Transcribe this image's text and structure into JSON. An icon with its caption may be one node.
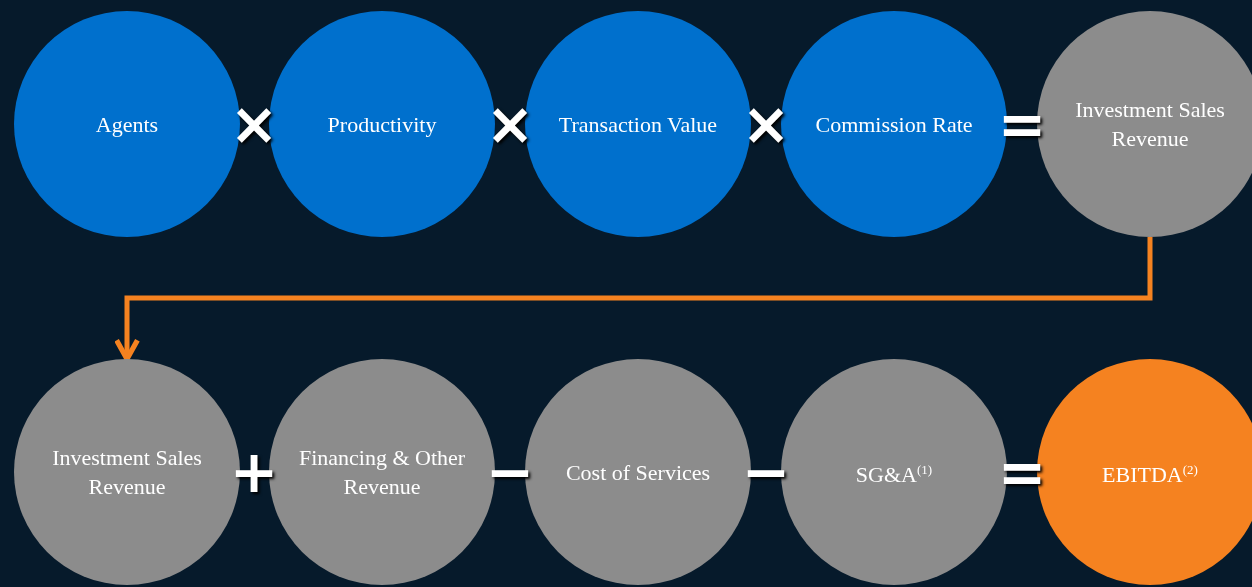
{
  "diagram": {
    "nodes": [
      {
        "text": [
          "Agents"
        ]
      },
      {
        "text": [
          "Productivity"
        ]
      },
      {
        "text": [
          "Transaction Value"
        ]
      },
      {
        "text": [
          "Commission Rate"
        ]
      },
      {
        "text": [
          "Investment Sales Revenue"
        ]
      },
      {
        "text": [
          "Investment Sales Revenue"
        ]
      },
      {
        "text": [
          "Financing & Other Revenue"
        ]
      },
      {
        "text": [
          "Cost of Services"
        ]
      },
      {
        "text": [
          "SG&A$^{(1)}$"
        ]
      },
      {
        "text": [
          "EBITDA$^{(2)}$"
        ]
      }
    ],
    "edges": [
      {
        "from": 4,
        "to": 5,
        "arrow": "to"
      }
    ],
    "labels": [
      "×",
      "×",
      "×",
      "=",
      "+",
      "−",
      "−",
      "="
    ]
  }
}
